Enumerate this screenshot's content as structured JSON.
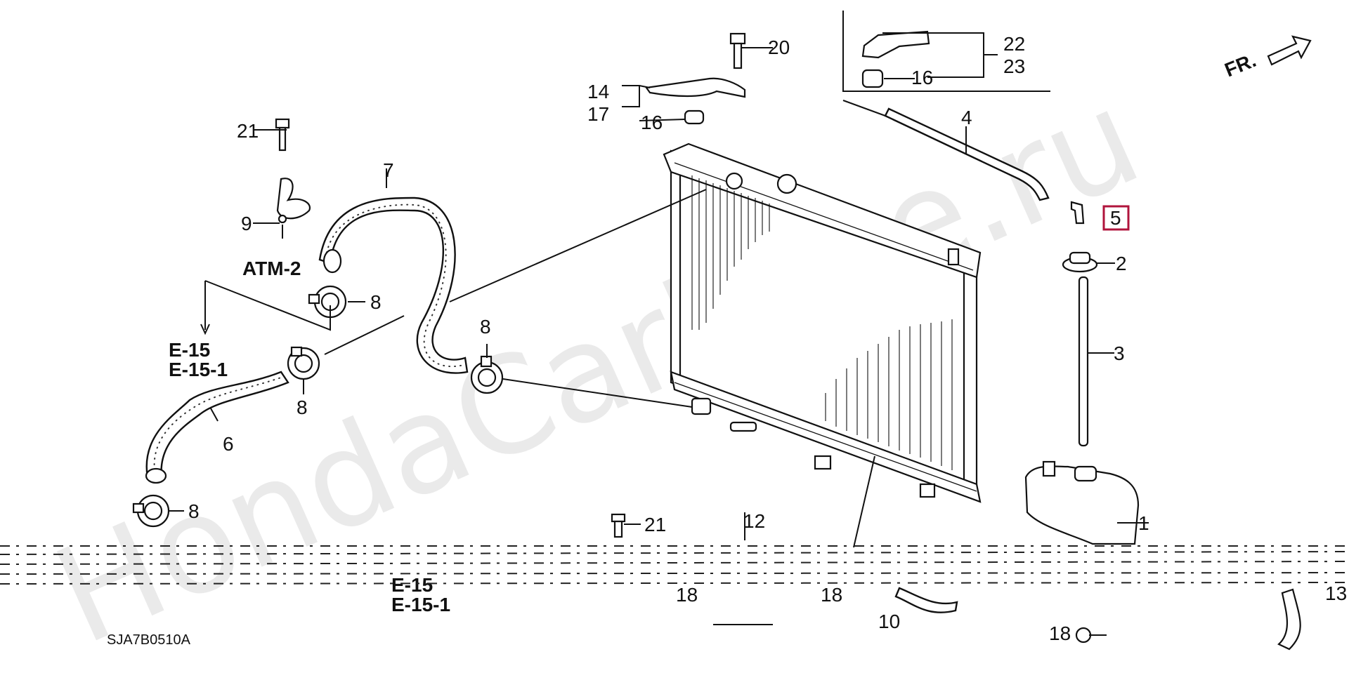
{
  "watermark": "HondaCarMine.ru",
  "diagram_code": "SJA7B0510A",
  "direction_label": "FR.",
  "highlighted_part": "5",
  "part_labels": {
    "p1": "1",
    "p2": "2",
    "p3": "3",
    "p4": "4",
    "p5": "5",
    "p6": "6",
    "p7": "7",
    "p8a": "8",
    "p8b": "8",
    "p8c": "8",
    "p8d": "8",
    "p9": "9",
    "p10": "10",
    "p12": "12",
    "p13": "13",
    "p14": "14",
    "p17": "17",
    "p16a": "16",
    "p16b": "16",
    "p18a": "18",
    "p18b": "18",
    "p18c": "18",
    "p20": "20",
    "p21a": "21",
    "p21b": "21",
    "p22": "22",
    "p23": "23"
  },
  "refs": {
    "atm": "ATM-2",
    "e15_top": "E-15",
    "e151_top": "E-15-1",
    "e15_bottom": "E-15",
    "e151_bottom": "E-15-1"
  }
}
